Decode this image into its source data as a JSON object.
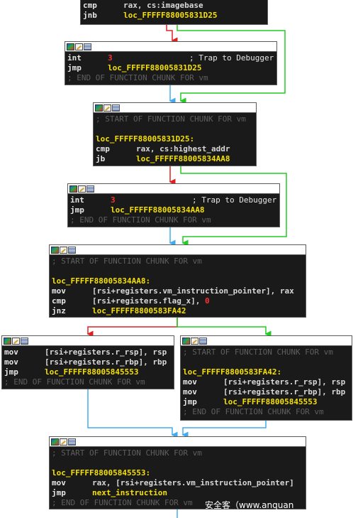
{
  "colors": {
    "edge_true": "#e02020",
    "edge_false": "#22cc22",
    "edge_uncond": "#44aaee",
    "label": "#f5e000"
  },
  "nodes": {
    "n0": {
      "lines": [
        {
          "mn": "cmp",
          "op": "rax, cs:imagebase"
        },
        {
          "mn": "jnb",
          "target": "loc_FFFFF88005831D25"
        }
      ]
    },
    "n1": {
      "int_mn": "int",
      "int_val": "3",
      "int_cmt": "; Trap to Debugger",
      "jmp_mn": "jmp",
      "jmp_target": "loc_FFFFF88005831D25",
      "end": "; END OF FUNCTION CHUNK FOR vm"
    },
    "n2": {
      "start": "; START OF FUNCTION CHUNK FOR vm",
      "label": "loc_FFFFF88005831D25:",
      "l1_mn": "cmp",
      "l1_op": "rax, cs:highest_addr",
      "l2_mn": "jb",
      "l2_target": "loc_FFFFF88005834AA8"
    },
    "n3": {
      "int_mn": "int",
      "int_val": "3",
      "int_cmt": "; Trap to Debugger",
      "jmp_mn": "jmp",
      "jmp_target": "loc_FFFFF88005834AA8",
      "end": "; END OF FUNCTION CHUNK FOR vm"
    },
    "n4": {
      "start": "; START OF FUNCTION CHUNK FOR vm",
      "label": "loc_FFFFF88005834AA8:",
      "l1_mn": "mov",
      "l1_op": "[rsi+registers.vm_instruction_pointer], rax",
      "l2_mn": "cmp",
      "l2_op": "[rsi+registers.flag_x], ",
      "l2_val": "0",
      "l3_mn": "jnz",
      "l3_target": "loc_FFFFF8800583FA42"
    },
    "n5": {
      "l1_mn": "mov",
      "l1_op": "[rsi+registers.r_rsp], rsp",
      "l2_mn": "mov",
      "l2_op": "[rsi+registers.r_rbp], rbp",
      "l3_mn": "jmp",
      "l3_target": "loc_FFFFF88005845553",
      "end": "; END OF FUNCTION CHUNK FOR vm"
    },
    "n6": {
      "start": "; START OF FUNCTION CHUNK FOR vm",
      "label": "loc_FFFFF8800583FA42:",
      "l1_mn": "mov",
      "l1_op": "[rsi+registers.r_rsp], rsp",
      "l2_mn": "mov",
      "l2_op": "[rsi+registers.r_rbp], rbp",
      "l3_mn": "jmp",
      "l3_target": "loc_FFFFF88005845553",
      "end": "; END OF FUNCTION CHUNK FOR vm"
    },
    "n7": {
      "start": "; START OF FUNCTION CHUNK FOR vm",
      "label": "loc_FFFFF88005845553:",
      "l1_mn": "mov",
      "l1_op": "rax, [rsi+registers.vm_instruction_pointer]",
      "l2_mn": "jmp",
      "l2_target": "next_instruction",
      "end": "; END OF FUNCTION CHUNK FOR vm"
    }
  },
  "watermark": "安全客（www.anquan"
}
